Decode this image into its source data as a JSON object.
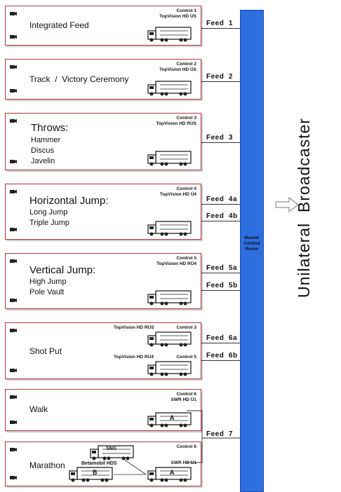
{
  "boxes": [
    {
      "title": "Integrated Feed",
      "control": "Control 1",
      "vehicle": "TopVision HD ÜS"
    },
    {
      "title": "Track  /  Victory Ceremony",
      "control": "Control 2",
      "vehicle": "TopVision HD ÜS"
    },
    {
      "title": "Throws:",
      "items": [
        "Hammer",
        "Discus",
        "Javelin"
      ],
      "control": "Control 3",
      "vehicle": "TopVision HD RÜS"
    },
    {
      "title": "Horizontal Jump:",
      "items": [
        "Long Jump",
        "Triple Jump"
      ],
      "control": "Control 4",
      "vehicle": "TopVision HD Ü4"
    },
    {
      "title": "Vertical Jump:",
      "items": [
        "High Jump",
        "Pole Vault"
      ],
      "control": "Control 5",
      "vehicle": "TopVision HD RÜ4"
    },
    {
      "title": "Shot Put",
      "vehicle_a": "TopVision HD RÜS",
      "control_a": "Control 3",
      "vehicle_b": "TopVision HD RÜ4",
      "control_b": "Control 5"
    },
    {
      "title": "Walk",
      "control": "Control 6",
      "vehicle": "SWR HD Ü1",
      "truck_label": "A"
    },
    {
      "title": "Marathon",
      "control": "Control 6",
      "vehicle": "SWR HD Ü1",
      "truck_label": "A",
      "truck_b_label": "B",
      "sng_label": "SNG",
      "betamobil": "Betamobil HDS"
    }
  ],
  "feeds": [
    "Feed  1",
    "Feed  2",
    "Feed  3",
    "Feed  4a",
    "Feed  4b",
    "Feed  5a",
    "Feed  5b",
    "Feed  6a",
    "Feed  6b",
    "Feed  7"
  ],
  "mcr_label": "Master Control Room",
  "side_label": "Unilateral  Broadcaster"
}
